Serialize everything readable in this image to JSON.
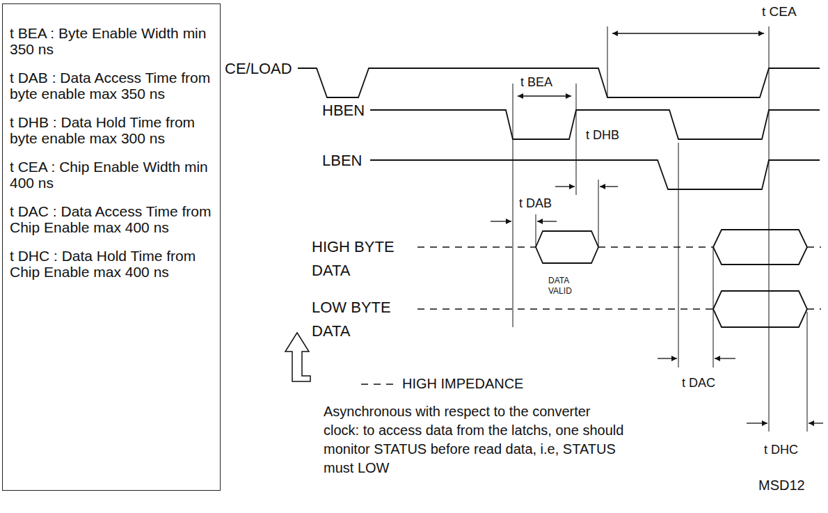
{
  "diagram": {
    "nodes": [
      {
        "text": [
          "t BEA : Byte Enable Width min 350 ns",
          "t DAB : Data Access Time from byte enable max 350 ns",
          "t DHB : Data Hold Time from byte enable max 300 ns",
          "t CEA : Chip Enable Width min 400 ns",
          "t DAC : Data Access Time from Chip Enable max 400 ns",
          "t DHC : Data Hold Time from Chip Enable max 400 ns"
        ]
      }
    ],
    "labels": [
      "t CEA",
      "CE/LOAD",
      "t BEA",
      "HBEN",
      "t DHB",
      "LBEN",
      "t DAB",
      "HIGH BYTE DATA",
      "DATA VALID",
      "LOW BYTE DATA",
      "t DAC",
      "Asynchronous with respect to the converter clock: to access data from the latchs, one should monitor STATUS before read data, i.e, STATUS must LOW",
      "t DHC",
      "MSD12"
    ],
    "legend": [
      {
        "text": "HIGH IMPEDANCE"
      }
    ]
  }
}
